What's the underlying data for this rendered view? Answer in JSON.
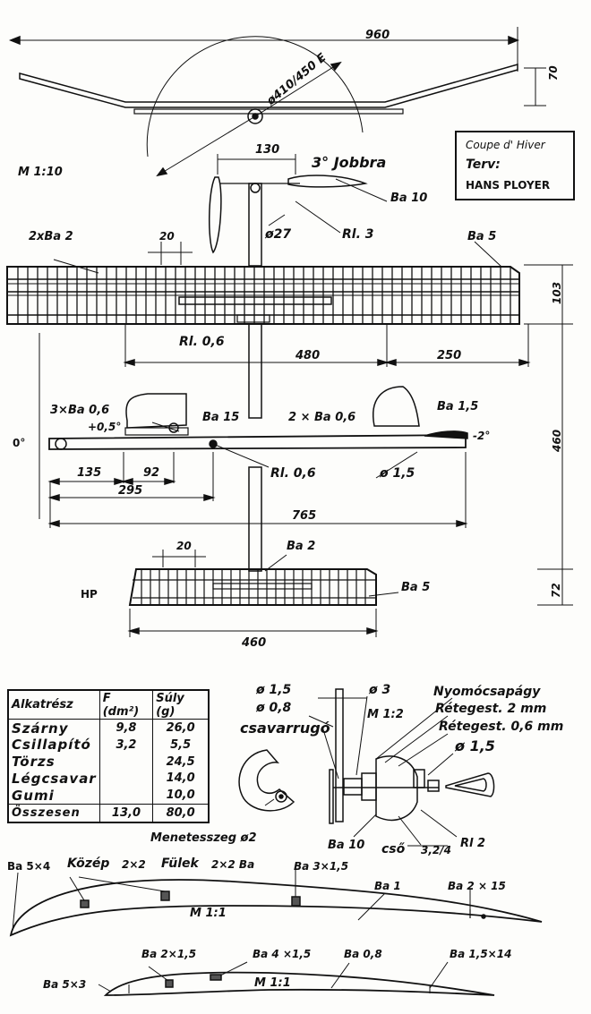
{
  "title_block": {
    "line1": "Coupe d' Hiver",
    "line2": "Terv:",
    "line3": "HANS   PLOYER"
  },
  "scale_main": "M 1:10",
  "scale_hub": "M 1:2",
  "scale_rib1": "M 1:1",
  "scale_rib2": "M 1:1",
  "dimensions": {
    "span_half": "960",
    "dihedral": "70",
    "prop_dia": "ø410/450 E",
    "prop_offset": "130",
    "tube": "ø27",
    "wing_chord": "103",
    "wing_480": "480",
    "wing_250": "250",
    "wing_20": "20",
    "fus_135": "135",
    "fus_92": "92",
    "fus_295": "295",
    "fus_765": "765",
    "fus_460v": "460",
    "stab_460": "460",
    "stab_20": "20",
    "stab_72": "72",
    "fus_phi": "ø 1,5"
  },
  "labels": {
    "jobbra": "3° Jobbra",
    "ba10_prop": "Ba 10",
    "rl3": "Rl. 3",
    "ba2x2": "2xBa 2",
    "ba5_wing": "Ba 5",
    "rl06_wing": "Rl. 0,6",
    "ba06x3": "3×Ba 0,6",
    "inc_plus": "+0,5°",
    "ba15_fin": "Ba 15",
    "ba06x2": "2 × Ba 0,6",
    "ba15_rud": "Ba 1,5",
    "inc_minus": "-2°",
    "zero": "0°",
    "rl06_fus": "Rl. 0,6",
    "ba2_stab": "Ba 2",
    "ba5_stab": "Ba 5",
    "hp": "HP",
    "hub_phi15": "ø 1,5",
    "hub_phi08": "ø 0,8",
    "hub_phi3": "ø 3",
    "hub_spring": "csavarrugó",
    "hub_bearing": "Nyomócsapágy",
    "hub_laminate2": "Rétegest. 2 mm",
    "hub_laminate06": "Rétegest. 0,6 mm",
    "hub_phi15b": "ø 1,5",
    "hub_ba10": "Ba 10",
    "hub_tube": "cső",
    "hub_tube_dim": "3,2/4",
    "hub_rl2": "Rl 2",
    "thread": "Menetesszeg ø2",
    "rib1_ba5x4": "Ba 5×4",
    "rib1_kozep": "Közép",
    "rib1_2x2": "2×2",
    "rib1_fulek": "Fülek",
    "rib1_2x2ba": "2×2 Ba",
    "rib1_ba3x15": "Ba 3×1,5",
    "rib1_ba1": "Ba 1",
    "rib1_ba2x15": "Ba 2 × 15",
    "rib2_ba2x15": "Ba 2×1,5",
    "rib2_ba4x15": "Ba 4 ×1,5",
    "rib2_ba08": "Ba 0,8",
    "rib2_ba15x14": "Ba 1,5×14",
    "rib2_ba5x3": "Ba 5×3"
  },
  "parts_table": {
    "headers": [
      "Alkatrész",
      "F (dm²)",
      "Súly (g)"
    ],
    "rows": [
      {
        "name": "Szárny",
        "area": "9,8",
        "weight": "26,0"
      },
      {
        "name": "Csillapító",
        "area": "3,2",
        "weight": "5,5"
      },
      {
        "name": "Törzs",
        "area": "",
        "weight": "24,5"
      },
      {
        "name": "Légcsavar",
        "area": "",
        "weight": "14,0"
      },
      {
        "name": "Gumi",
        "area": "",
        "weight": "10,0"
      }
    ],
    "total": {
      "name": "Összesen",
      "area": "13,0",
      "weight": "80,0"
    }
  }
}
